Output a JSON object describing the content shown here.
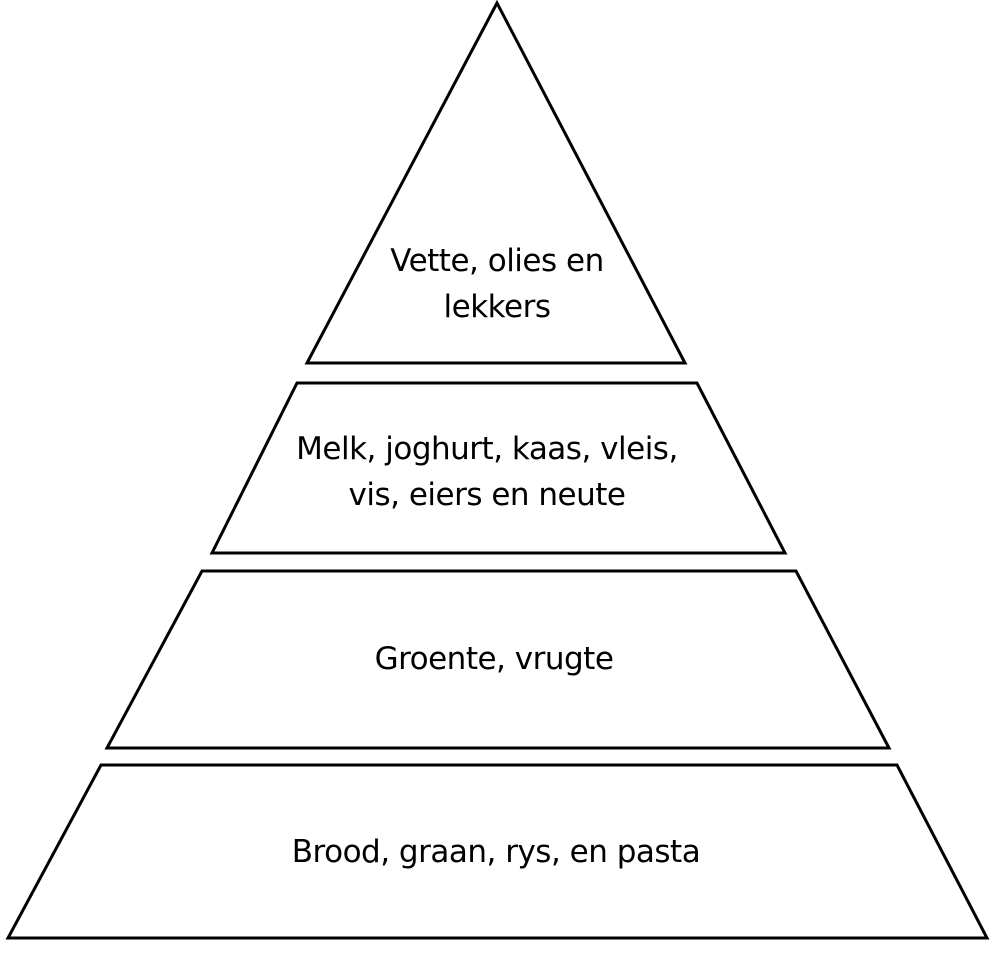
{
  "pyramid": {
    "tiers": [
      {
        "lines": [
          "Vette, olies en",
          "lekkers"
        ]
      },
      {
        "lines": [
          "Melk, joghurt, kaas, vleis,",
          "vis, eiers en neute"
        ]
      },
      {
        "lines": [
          "Groente, vrugte"
        ]
      },
      {
        "lines": [
          "Brood, graan, rys, en pasta"
        ]
      }
    ]
  },
  "colors": {
    "stroke": "#000000",
    "fill": "#ffffff",
    "text": "#000000"
  }
}
